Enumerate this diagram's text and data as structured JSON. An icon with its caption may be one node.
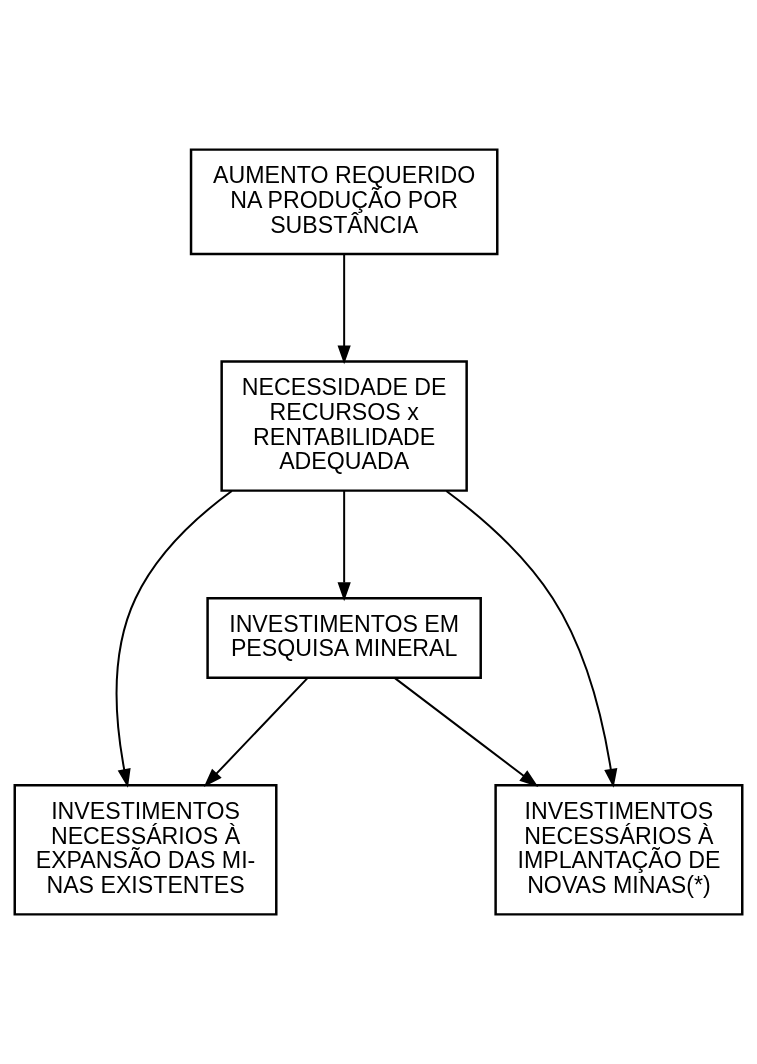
{
  "diagram": {
    "nodes": [
      {
        "text": [
          "AUMENTO REQUERIDO NA PRODUÇÃO POR SUBSTÂNCIA"
        ]
      },
      {
        "text": [
          "NECESSIDADE DE RECURSOS x RENTABILIDADE ADEQUADA"
        ]
      },
      {
        "text": [
          "INVESTIMENTOS EM PESQUISA MINERAL"
        ]
      },
      {
        "text": [
          "INVESTIMENTOS NECESSÁRIOS À EXPANSÃO DAS MI- NAS EXISTENTES"
        ]
      },
      {
        "text": [
          "INVESTIMENTOS NECESSÁRIOS À IMPLANTAÇÃO DE NOVAS MINAS(*)"
        ]
      }
    ],
    "edges": [
      {
        "from": 0,
        "to": 1,
        "arrow": "to"
      },
      {
        "from": 1,
        "to": 3,
        "arrow": "to"
      },
      {
        "from": 1,
        "to": 2,
        "arrow": "to"
      },
      {
        "from": 1,
        "to": 4,
        "arrow": "to"
      },
      {
        "from": 2,
        "to": 3,
        "arrow": "to"
      },
      {
        "from": 2,
        "to": 4,
        "arrow": "to"
      }
    ]
  }
}
